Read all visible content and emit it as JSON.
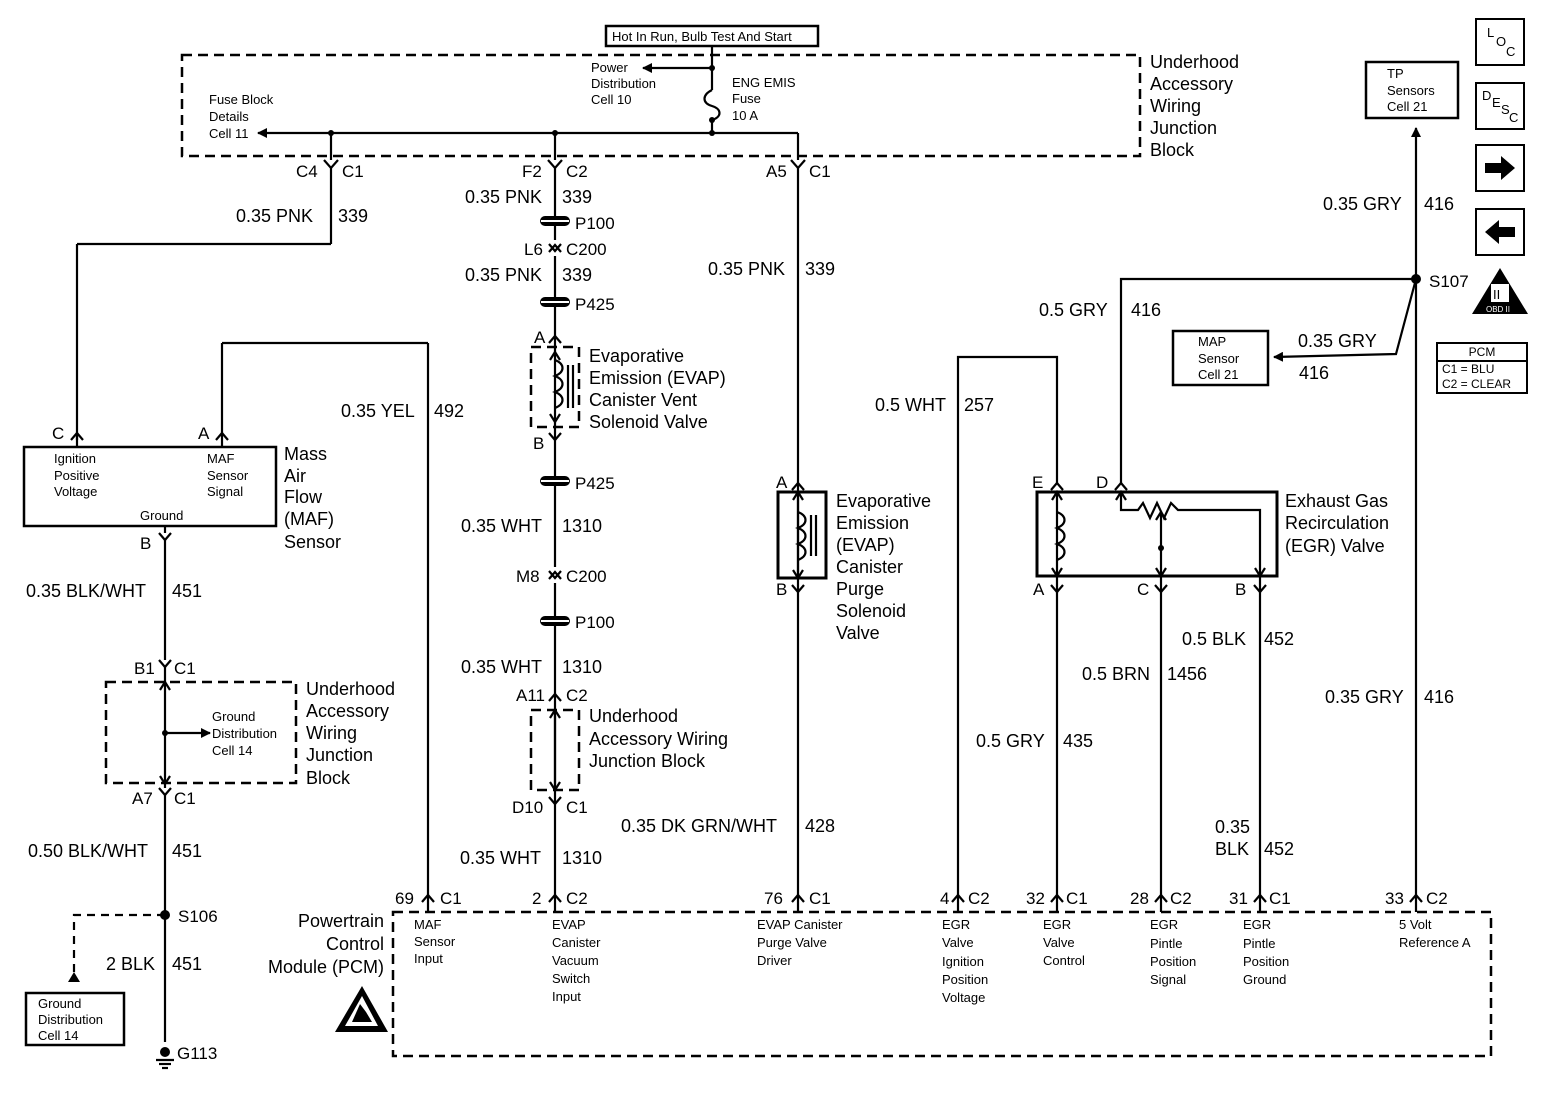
{
  "header": {
    "power_label": "Hot In Run, Bulb Test And Start"
  },
  "top_junction": {
    "title_lines": [
      "Underhood",
      "Accessory",
      "Wiring",
      "Junction",
      "Block"
    ],
    "fuse_block_lines": [
      "Fuse Block",
      "Details",
      "Cell 11"
    ],
    "power_dist_lines": [
      "Power",
      "Distribution",
      "Cell 10"
    ],
    "fuse_lines": [
      "ENG EMIS",
      "Fuse",
      "10 A"
    ]
  },
  "connectors": {
    "c4": "C4",
    "c1a": "C1",
    "f2": "F2",
    "c2a": "C2",
    "a5": "A5",
    "c1b": "C1",
    "p100a": "P100",
    "l6": "L6",
    "c200a": "C200",
    "p425a": "P425",
    "p425b": "P425",
    "m8": "M8",
    "c200b": "C200",
    "p100b": "P100",
    "a11": "A11",
    "c2b": "C2",
    "d10": "D10",
    "c1c": "C1",
    "b1": "B1",
    "c1d": "C1",
    "a7": "A7",
    "c1e": "C1",
    "s106": "S106",
    "g113": "G113",
    "s107": "S107"
  },
  "wires": {
    "w1_size": "0.35 PNK",
    "w1_num": "339",
    "w2_size": "0.35 PNK",
    "w2_num": "339",
    "w3_size": "0.35 PNK",
    "w3_num": "339",
    "w4_size": "0.35 PNK",
    "w4_num": "339",
    "w5_size": "0.35 YEL",
    "w5_num": "492",
    "w6_size": "0.35 WHT",
    "w6_num": "1310",
    "w7_size": "0.35 WHT",
    "w7_num": "1310",
    "w8_size": "0.35 WHT",
    "w8_num": "1310",
    "w9_size": "0.35 BLK/WHT",
    "w9_num": "451",
    "w10_size": "0.50 BLK/WHT",
    "w10_num": "451",
    "w11_size": "2 BLK",
    "w11_num": "451",
    "w12_size": "0.35 DK GRN/WHT",
    "w12_num": "428",
    "w13_size": "0.5 WHT",
    "w13_num": "257",
    "w14_size": "0.5 GRY",
    "w14_num": "435",
    "w15_size": "0.5 BRN",
    "w15_num": "1456",
    "w16_size": "0.5 BLK",
    "w16_num": "452",
    "w17_size_a": "0.35",
    "w17_size_b": "BLK",
    "w17_num": "452",
    "w18_size": "0.5 GRY",
    "w18_num": "416",
    "w19_size": "0.35 GRY",
    "w19_num": "416",
    "w20_size": "0.35 GRY",
    "w20_num": "416",
    "w21_size": "0.35 GRY",
    "w21_num": "416"
  },
  "maf_sensor": {
    "title_lines": [
      "Mass",
      "Air",
      "Flow",
      "(MAF)",
      "Sensor"
    ],
    "pin_c": "C",
    "pin_a": "A",
    "pin_b": "B",
    "ign_lines": [
      "Ignition",
      "Positive",
      "Voltage"
    ],
    "sig_lines": [
      "MAF",
      "Sensor",
      "Signal"
    ],
    "ground": "Ground"
  },
  "vent_valve": {
    "title_lines": [
      "Evaporative",
      "Emission (EVAP)",
      "Canister Vent",
      "Solenoid Valve"
    ],
    "pin_a": "A",
    "pin_b": "B"
  },
  "purge_valve": {
    "title_lines": [
      "Evaporative",
      "Emission",
      "(EVAP)",
      "Canister",
      "Purge",
      "Solenoid",
      "Valve"
    ],
    "pin_a": "A",
    "pin_b": "B"
  },
  "egr_valve": {
    "title_lines": [
      "Exhaust Gas",
      "Recirculation",
      "(EGR) Valve"
    ],
    "pin_e": "E",
    "pin_d": "D",
    "pin_a": "A",
    "pin_c": "C",
    "pin_b": "B"
  },
  "mid_junction": {
    "title_lines": [
      "Underhood",
      "Accessory Wiring",
      "Junction Block"
    ]
  },
  "left_junction": {
    "title_lines": [
      "Underhood",
      "Accessory",
      "Wiring",
      "Junction",
      "Block"
    ],
    "ground_dist_lines": [
      "Ground",
      "Distribution",
      "Cell 14"
    ]
  },
  "ground_dist_box": {
    "lines": [
      "Ground",
      "Distribution",
      "Cell 14"
    ]
  },
  "map_sensor_box": {
    "lines": [
      "MAP",
      "Sensor",
      "Cell 21"
    ]
  },
  "tp_sensor_box": {
    "lines": [
      "TP",
      "Sensors",
      "Cell 21"
    ]
  },
  "pcm": {
    "title_lines": [
      "Powertrain",
      "Control",
      "Module (PCM)"
    ],
    "pins": [
      {
        "num": "69",
        "conn": "C1",
        "desc": [
          "MAF",
          "Sensor",
          "Input"
        ]
      },
      {
        "num": "2",
        "conn": "C2",
        "desc": [
          "EVAP",
          "Canister",
          "Vacuum",
          "Switch",
          "Input"
        ]
      },
      {
        "num": "76",
        "conn": "C1",
        "desc": [
          "EVAP Canister",
          "Purge Valve",
          "Driver"
        ]
      },
      {
        "num": "4",
        "conn": "C2",
        "desc": [
          "EGR",
          "Valve",
          "Ignition",
          "Position",
          "Voltage"
        ]
      },
      {
        "num": "32",
        "conn": "C1",
        "desc": [
          "EGR",
          "Valve",
          "Control"
        ]
      },
      {
        "num": "28",
        "conn": "C2",
        "desc": [
          "EGR",
          "Pintle",
          "Position",
          "Signal"
        ]
      },
      {
        "num": "31",
        "conn": "C1",
        "desc": [
          "EGR",
          "Pintle",
          "Position",
          "Ground"
        ]
      },
      {
        "num": "33",
        "conn": "C2",
        "desc": [
          "5 Volt",
          "Reference A"
        ]
      }
    ]
  },
  "pcm_legend": {
    "title": "PCM",
    "rows": [
      "C1 = BLU",
      "C2 = CLEAR"
    ]
  },
  "nav": {
    "loc": [
      "L",
      "O",
      "C"
    ],
    "desc": [
      "D",
      "E",
      "S",
      "C"
    ],
    "obd_label": "OBD II",
    "obd_numeral": "II"
  }
}
